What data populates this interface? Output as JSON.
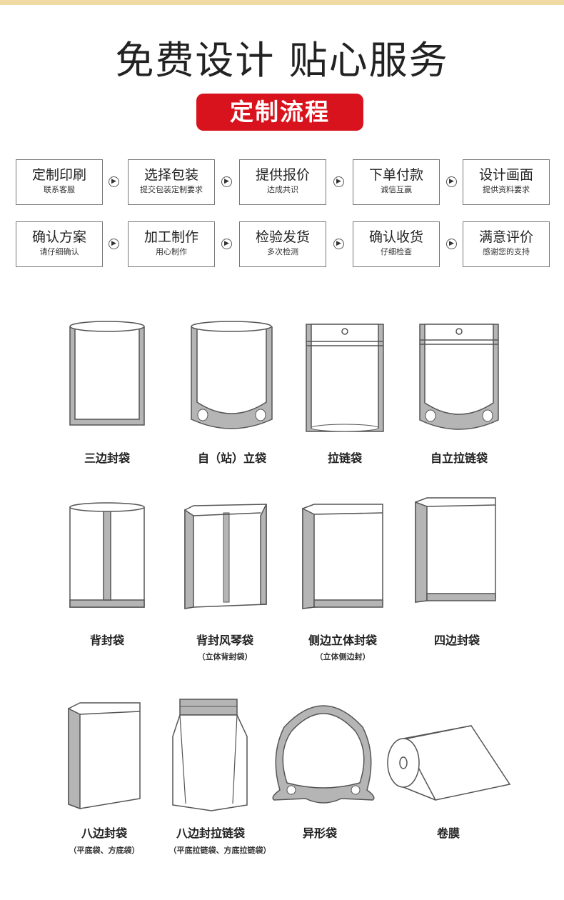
{
  "header": {
    "title": "免费设计 贴心服务",
    "badge": "定制流程"
  },
  "steps": [
    {
      "main": "定制印刷",
      "sub": "联系客服"
    },
    {
      "main": "选择包装",
      "sub": "提交包装定制要求"
    },
    {
      "main": "提供报价",
      "sub": "达成共识"
    },
    {
      "main": "下单付款",
      "sub": "诚信互赢"
    },
    {
      "main": "设计画面",
      "sub": "提供资料要求"
    },
    {
      "main": "确认方案",
      "sub": "请仔细确认"
    },
    {
      "main": "加工制作",
      "sub": "用心制作"
    },
    {
      "main": "检验发货",
      "sub": "多次检测"
    },
    {
      "main": "确认收货",
      "sub": "仔细检查"
    },
    {
      "main": "满意评价",
      "sub": "感谢您的支持"
    }
  ],
  "bags": [
    {
      "name": "三边封袋",
      "note": ""
    },
    {
      "name": "自（站）立袋",
      "note": ""
    },
    {
      "name": "拉链袋",
      "note": ""
    },
    {
      "name": "自立拉链袋",
      "note": ""
    },
    {
      "name": "背封袋",
      "note": ""
    },
    {
      "name": "背封风琴袋",
      "note": "（立体背封袋）"
    },
    {
      "name": "侧边立体封袋",
      "note": "（立体侧边封）"
    },
    {
      "name": "四边封袋",
      "note": ""
    },
    {
      "name": "八边封袋",
      "note": "（平底袋、方底袋）"
    },
    {
      "name": "八边封拉链袋",
      "note": "（平底拉链袋、方底拉链袋）"
    },
    {
      "name": "异形袋",
      "note": ""
    },
    {
      "name": "卷膜",
      "note": ""
    }
  ],
  "colors": {
    "accent": "#d8131d",
    "topbar": "#f1d9a4",
    "seal": "#b5b5b5"
  },
  "icons": {
    "step_arrow": "circle-chevron-right-icon"
  }
}
